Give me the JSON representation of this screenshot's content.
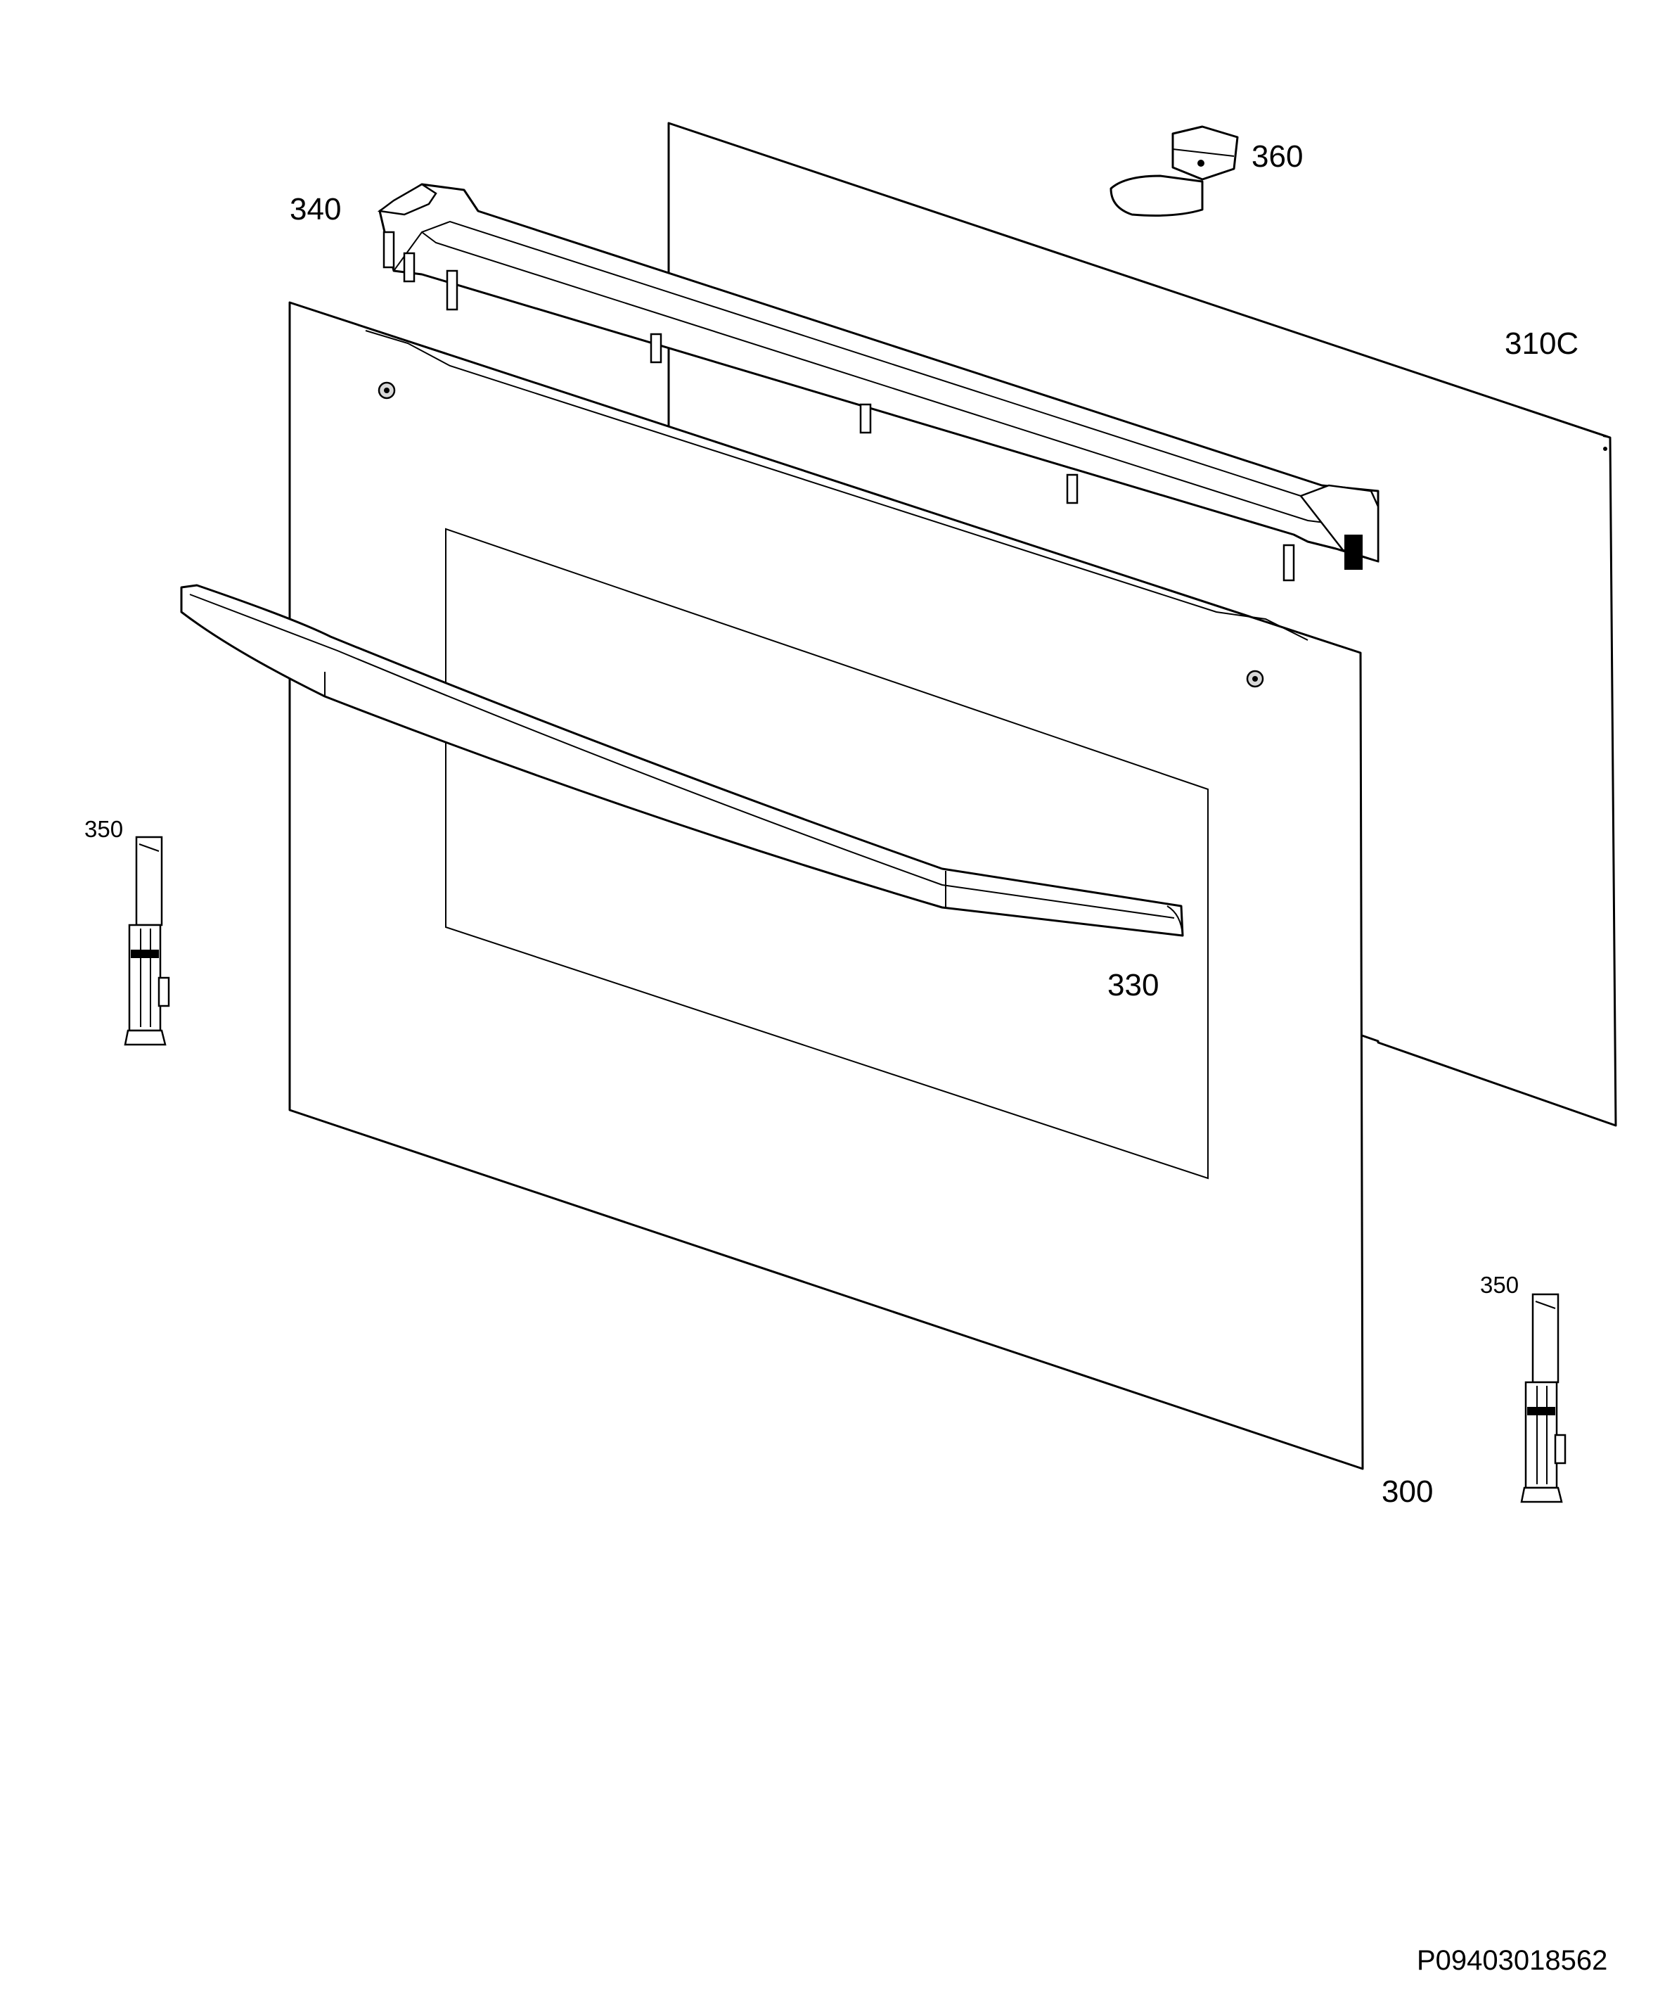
{
  "callouts": {
    "p360": "360",
    "p340": "340",
    "p310c": "310C",
    "p330": "330",
    "p350_left": "350",
    "p350_right": "350",
    "p300": "300"
  },
  "drawing_number": "P09403018562"
}
